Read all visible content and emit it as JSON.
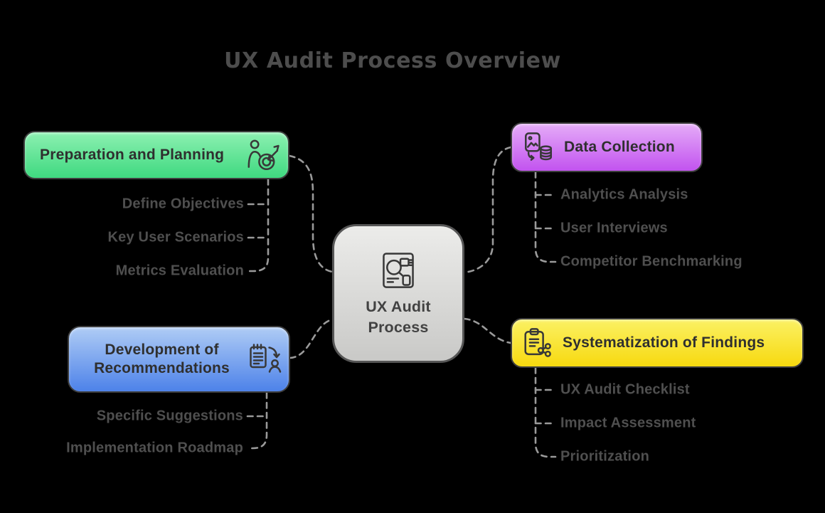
{
  "title": "UX Audit Process Overview",
  "center": {
    "line1": "UX Audit",
    "line2": "Process",
    "icon": "audit-document-icon"
  },
  "branches": [
    {
      "label": "Preparation and Planning",
      "icon": "person-target-icon",
      "color_top": "#8CF0B1",
      "color_bottom": "#3FD980",
      "children": [
        "Define Objectives",
        "Key User Scenarios",
        "Metrics Evaluation"
      ]
    },
    {
      "label": "Data Collection",
      "icon": "image-to-database-icon",
      "color_top": "#E5ACF8",
      "color_bottom": "#C253EF",
      "children": [
        "Analytics Analysis",
        "User Interviews",
        "Competitor Benchmarking"
      ]
    },
    {
      "label": "Development of Recommendations",
      "icon": "notepad-to-person-icon",
      "color_top": "#AFCCF5",
      "color_bottom": "#4D82E9",
      "children": [
        "Specific Suggestions",
        "Implementation Roadmap"
      ]
    },
    {
      "label": "Systematization of Findings",
      "icon": "clipboard-share-icon",
      "color_top": "#FBF164",
      "color_bottom": "#F7D90F",
      "children": [
        "UX Audit Checklist",
        "Impact Assessment",
        "Prioritization"
      ]
    }
  ],
  "connector_color": "#9A9A9A",
  "background_color": "#000000",
  "title_color": "#4D4D4D"
}
